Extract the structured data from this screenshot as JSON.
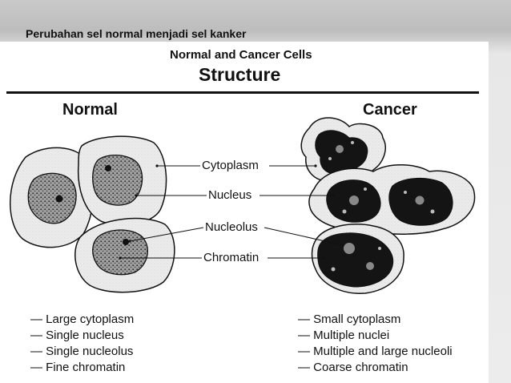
{
  "slide_title": "Perubahan sel normal menjadi sel kanker",
  "figure": {
    "title": "Normal and Cancer Cells",
    "subtitle": "Structure",
    "normal_heading": "Normal",
    "cancer_heading": "Cancer",
    "callouts": {
      "cytoplasm": "Cytoplasm",
      "nucleus": "Nucleus",
      "nucleolus": "Nucleolus",
      "chromatin": "Chromatin"
    },
    "normal_traits": [
      "Large cytoplasm",
      "Single nucleus",
      "Single nucleolus",
      "Fine chromatin"
    ],
    "cancer_traits": [
      "Small cytoplasm",
      "Multiple nuclei",
      "Multiple and large nucleoli",
      "Coarse chromatin"
    ]
  },
  "colors": {
    "cytoplasm": "#e9e9e9",
    "normal_nucleus": "#8c8c8c",
    "cancer_nucleus": "#141414",
    "outline": "#111111"
  }
}
